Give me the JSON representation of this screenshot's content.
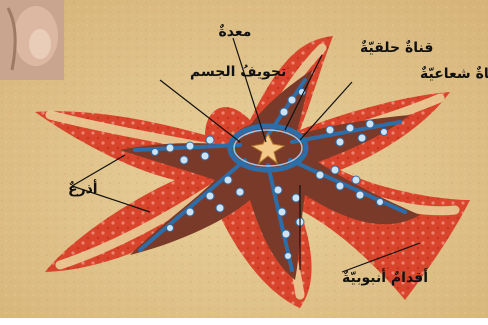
{
  "labels": {
    "stomach": "معدةٌ",
    "ring_canal": "قناةٌ حلقيّةٌ",
    "radial_canal": "قناةٌ شعاعيّةٌ",
    "body_cavity": "تجويفُ الجسم",
    "arms": "أذرعٌ",
    "tube_feet": "أقدامٌ أنبوبيّةٌ"
  },
  "colors": {
    "sand": "#e2c58c",
    "body_red": "#d9452c",
    "cavity_brown": "#7a3a2a",
    "canal_blue": "#2d6da8",
    "tube_foot": "#cfe2f2",
    "central_disc": "#f2c98a",
    "photo_thumb": "#c9a58f"
  }
}
